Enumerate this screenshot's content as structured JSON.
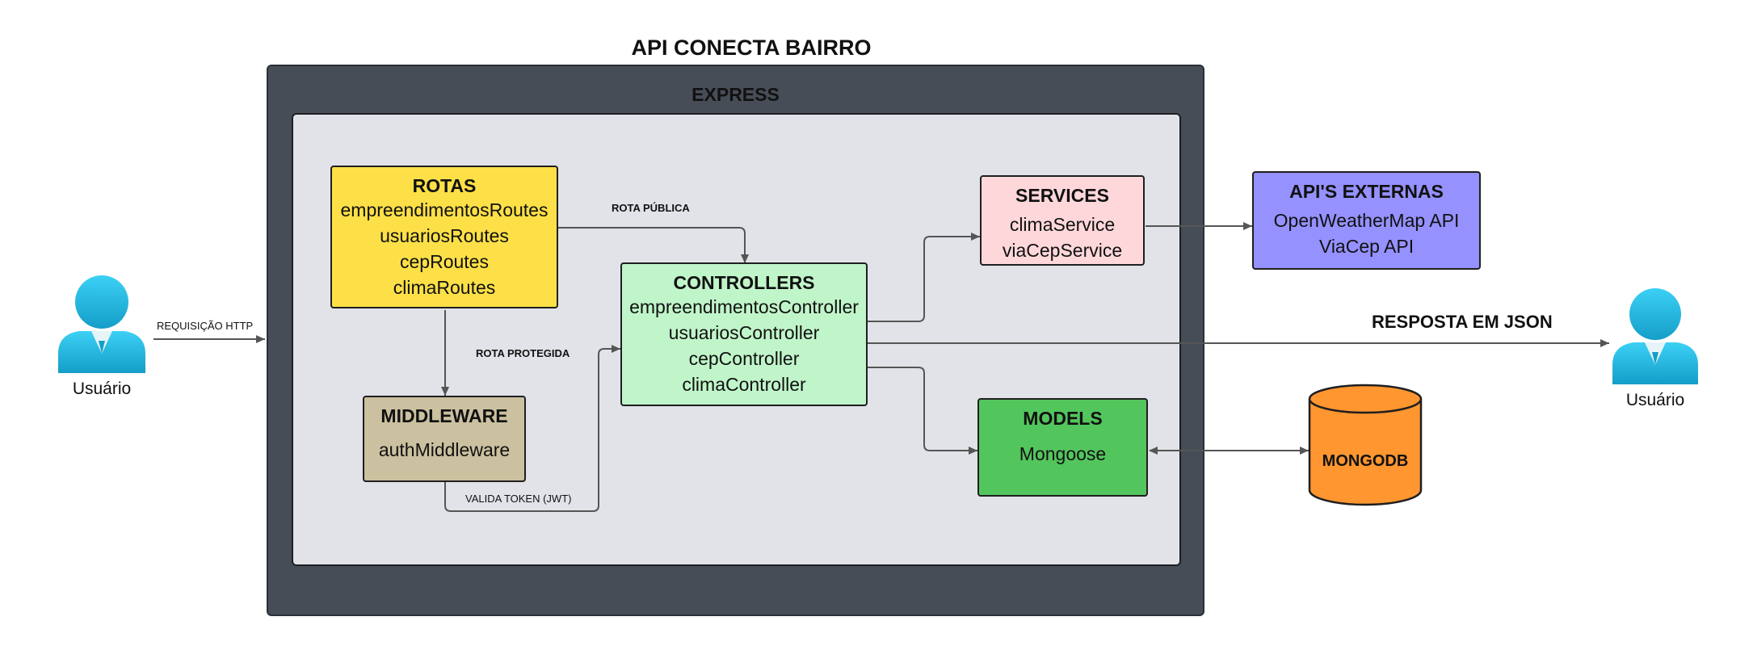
{
  "title": "API CONECTA BAIRRO",
  "express": {
    "label": "EXPRESS"
  },
  "actors": {
    "left_label": "Usuário",
    "right_label": "Usuário"
  },
  "rotas": {
    "title": "ROTAS",
    "items": [
      "empreendimentosRoutes",
      "usuariosRoutes",
      "cepRoutes",
      "climaRoutes"
    ]
  },
  "controllers": {
    "title": "CONTROLLERS",
    "items": [
      "empreendimentosController",
      "usuariosController",
      "cepController",
      "climaController"
    ]
  },
  "middleware": {
    "title": "MIDDLEWARE",
    "items": [
      "authMiddleware"
    ]
  },
  "services": {
    "title": "SERVICES",
    "items": [
      "climaService",
      "viaCepService"
    ]
  },
  "models": {
    "title": "MODELS",
    "items": [
      "Mongoose"
    ]
  },
  "apis_externas": {
    "title": "API'S EXTERNAS",
    "items": [
      "OpenWeatherMap API",
      "ViaCep API"
    ]
  },
  "database": {
    "label": "MONGODB"
  },
  "edges": {
    "request": "REQUISIÇÃO HTTP",
    "public_route": "ROTA PÚBLICA",
    "protected_route": "ROTA PROTEGIDA",
    "validate_token": "VALIDA TOKEN (JWT)",
    "response": "RESPOSTA EM JSON"
  },
  "colors": {
    "outer": "#474d57",
    "inner": "#e1e3e8",
    "rotas": "#fde047",
    "controllers": "#c0f5c9",
    "middleware": "#cbc09f",
    "services": "#fed7da",
    "models": "#53c55d",
    "apis_externas": "#9591ff",
    "database": "#ff9630",
    "actor": "#22b8e0"
  }
}
